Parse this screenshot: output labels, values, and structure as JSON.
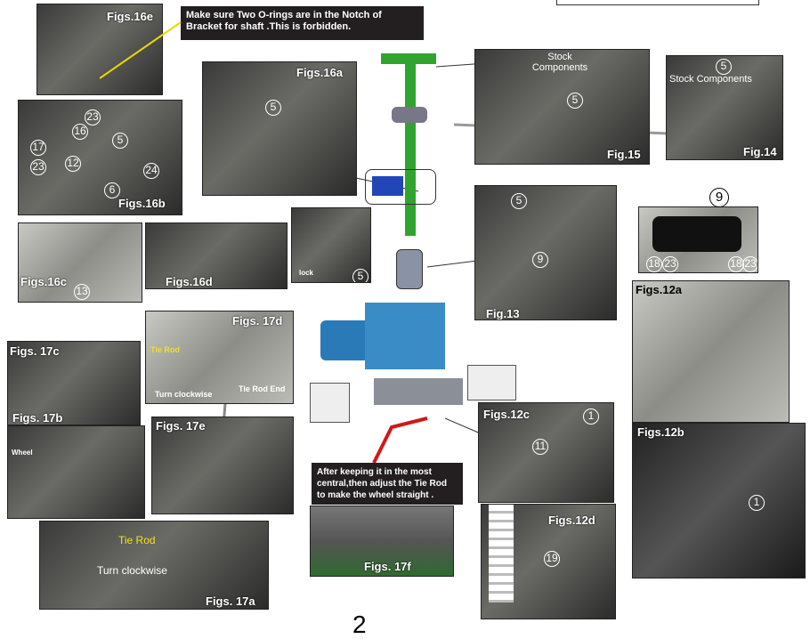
{
  "notes": {
    "oring": "Make sure Two O-rings are in the Notch of Bracket for shaft .This is forbidden.",
    "tierod": "After keeping it in the most central,then adjust the Tie Rod to make the wheel straight ."
  },
  "figures": {
    "f16e": "Figs.16e",
    "f16a": "Figs.16a",
    "f16b": "Figs.16b",
    "f16c": "Figs.16c",
    "f16d": "Figs.16d",
    "f15": "Fig.15",
    "f14": "Fig.14",
    "f13": "Fig.13",
    "f12a": "Figs.12a",
    "f12b": "Figs.12b",
    "f12c": "Figs.12c",
    "f12d": "Figs.12d",
    "f17a": "Figs. 17a",
    "f17b": "Figs. 17b",
    "f17c": "Figs. 17c",
    "f17d": "Figs. 17d",
    "f17e": "Figs. 17e",
    "f17f": "Figs. 17f"
  },
  "labels": {
    "stock": "Stock Components",
    "lock": "lock",
    "tie_rod": "Tie Rod",
    "turn_clockwise": "Turn clockwise",
    "tie_rod_end": "Tie Rod End",
    "wheel": "Wheel"
  },
  "part_numbers": [
    "5",
    "6",
    "9",
    "11",
    "12",
    "13",
    "16",
    "17",
    "18",
    "19",
    "23",
    "24",
    "1"
  ],
  "page_number": "2"
}
